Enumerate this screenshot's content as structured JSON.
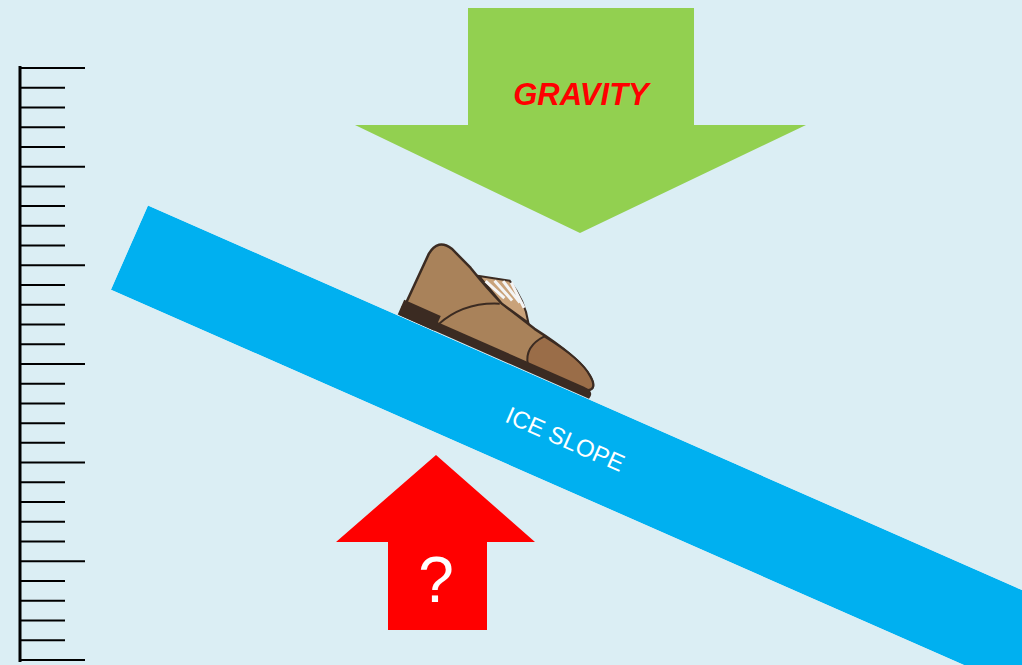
{
  "diagram": {
    "nodes": [
      {
        "text": [
          "GRAVITY"
        ]
      },
      {
        "text": [
          "ICE SLOPE"
        ]
      },
      {
        "text": [
          "?"
        ]
      }
    ]
  }
}
